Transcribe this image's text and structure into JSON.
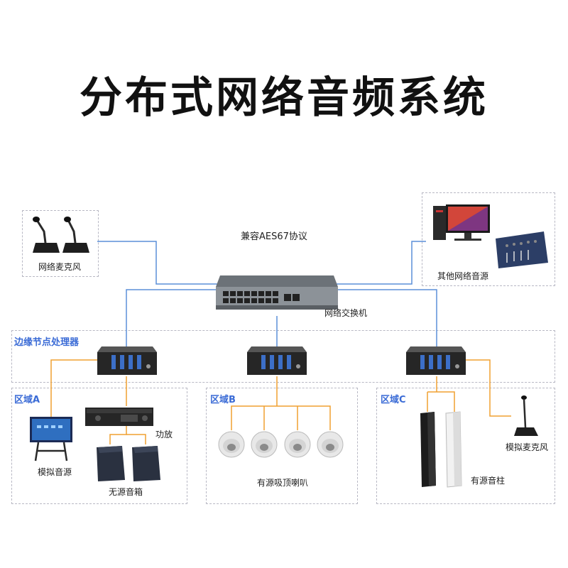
{
  "title": "分布式网络音频系统",
  "protocol_label": "兼容AES67协议",
  "switch_label": "网络交换机",
  "network_mic_label": "网络麦克风",
  "other_sources_label": "其他网络音源",
  "edge_processor_label": "边缘节点处理器",
  "zones": {
    "a": {
      "title": "区域A",
      "analog_source": "模拟音源",
      "amplifier": "功放",
      "passive_speakers": "无源音箱"
    },
    "b": {
      "title": "区域B",
      "ceiling_speakers": "有源吸顶喇叭"
    },
    "c": {
      "title": "区域C",
      "column_speakers": "有源音柱",
      "analog_mic": "模拟麦克风"
    }
  },
  "colors": {
    "network_line": "#5b8fd9",
    "analog_line": "#f0a030",
    "zone_title": "#3a6bd6",
    "dashed_border": "#b8b8c4"
  }
}
